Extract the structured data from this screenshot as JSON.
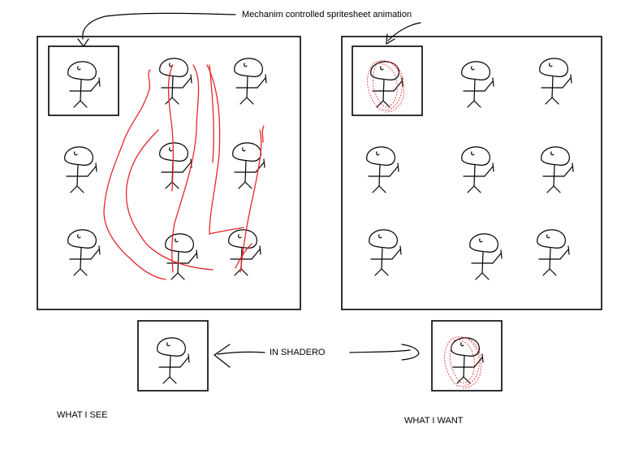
{
  "annotations": {
    "top": "Mechanim controlled spritesheet animation",
    "middle": "IN SHADERO",
    "left_caption": "WHAT I SEE",
    "right_caption": "WHAT I WANT"
  },
  "colors": {
    "ink": "#000000",
    "scribble": "#e8262a",
    "background": "#ffffff"
  },
  "icons": {
    "figure": "stick-figure-icon",
    "arrow": "arrow-icon"
  },
  "panels": {
    "left_sheet": {
      "rows": 3,
      "cols": 3,
      "first_cell_highlighted": true,
      "red_scribbles": true
    },
    "right_sheet": {
      "rows": 3,
      "cols": 3,
      "first_cell_highlighted": true,
      "first_cell_red_overlay": true
    },
    "left_result": {
      "figures": 1,
      "red_overlay": false
    },
    "right_result": {
      "figures": 1,
      "red_overlay": true
    }
  }
}
